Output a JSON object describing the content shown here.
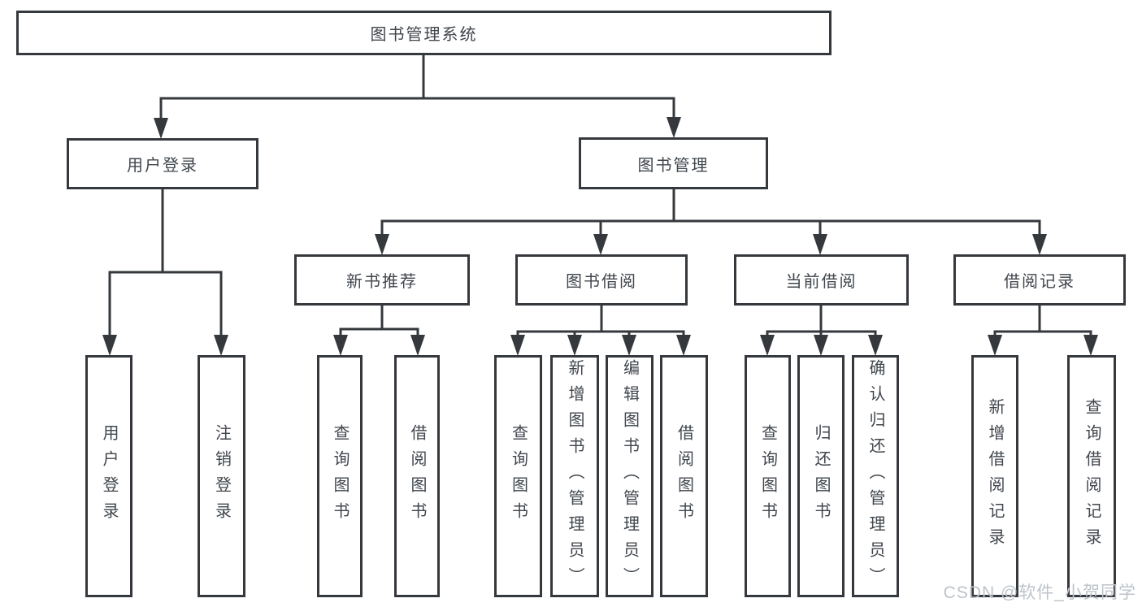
{
  "watermark": {
    "text": "CSDN @软件_小贺同学"
  },
  "colors": {
    "line": "#35383c",
    "node_text": "#40464d",
    "node_bg": "#ffffff",
    "watermark": "#bdc3ca",
    "background": "#ffffff"
  },
  "tree": {
    "root": {
      "label": "图书管理系统"
    },
    "branches": [
      {
        "label": "用户登录",
        "children": [
          {
            "label": "用户登录"
          },
          {
            "label": "注销登录"
          }
        ]
      },
      {
        "label": "图书管理",
        "children": [
          {
            "label": "新书推荐",
            "children": [
              {
                "label": "查询图书"
              },
              {
                "label": "借阅图书"
              }
            ]
          },
          {
            "label": "图书借阅",
            "children": [
              {
                "label": "查询图书"
              },
              {
                "label": "新增图书（管理员）"
              },
              {
                "label": "编辑图书（管理员）"
              },
              {
                "label": "借阅图书"
              }
            ]
          },
          {
            "label": "当前借阅",
            "children": [
              {
                "label": "查询图书"
              },
              {
                "label": "归还图书"
              },
              {
                "label": "确认归还（管理员）"
              }
            ]
          },
          {
            "label": "借阅记录",
            "children": [
              {
                "label": "新增借阅记录"
              },
              {
                "label": "查询借阅记录"
              }
            ]
          }
        ]
      }
    ]
  }
}
